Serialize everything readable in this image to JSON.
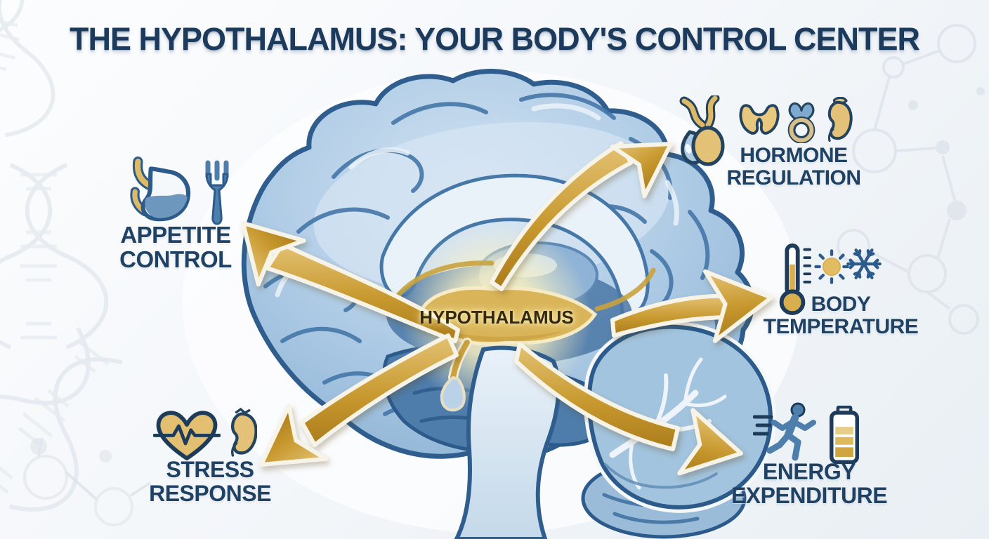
{
  "title": "THE HYPOTHALAMUS: YOUR BODY'S CONTROL CENTER",
  "brain": {
    "center_label": "HYPOTHALAMUS"
  },
  "callouts": {
    "appetite": {
      "line1": "APPETITE",
      "line2": "CONTROL",
      "icons": [
        "stomach-icon",
        "fork-icon"
      ]
    },
    "hormone": {
      "line1": "HORMONE",
      "line2": "REGULATION",
      "icons": [
        "pituitary-gland-icon",
        "thyroid-gland-icon",
        "ovary-gland-icon",
        "kidney-icon"
      ]
    },
    "temperature": {
      "line1": "BODY",
      "line2": "TEMPERATURE",
      "icons": [
        "thermometer-icon",
        "sun-icon",
        "snowflake-icon"
      ]
    },
    "stress": {
      "line1": "STRESS",
      "line2": "RESPONSE",
      "icons": [
        "heartbeat-ecg-icon",
        "adrenal-kidney-icon"
      ]
    },
    "energy": {
      "line1": "ENERGY",
      "line2": "EXPENDITURE",
      "icons": [
        "running-figure-icon",
        "battery-icon"
      ]
    }
  },
  "colors": {
    "title_text": "#1c3a5c",
    "label_text": "#1f4264",
    "arrow_gold": "#c99b33",
    "arrow_gold_light": "#e2bf6e",
    "arrow_gold_dark": "#ad7e1d",
    "arrow_outline": "#f7f3e6",
    "brain_fill": "#afcde7",
    "brain_outline": "#2f5e8e",
    "hypothalamus_gold": "#d9b459",
    "hypothalamus_glow": "#fff6d8",
    "hypothalamus_text": "#33290f",
    "background_top": "#fbfdfe",
    "background_bottom": "#e9eff4"
  }
}
